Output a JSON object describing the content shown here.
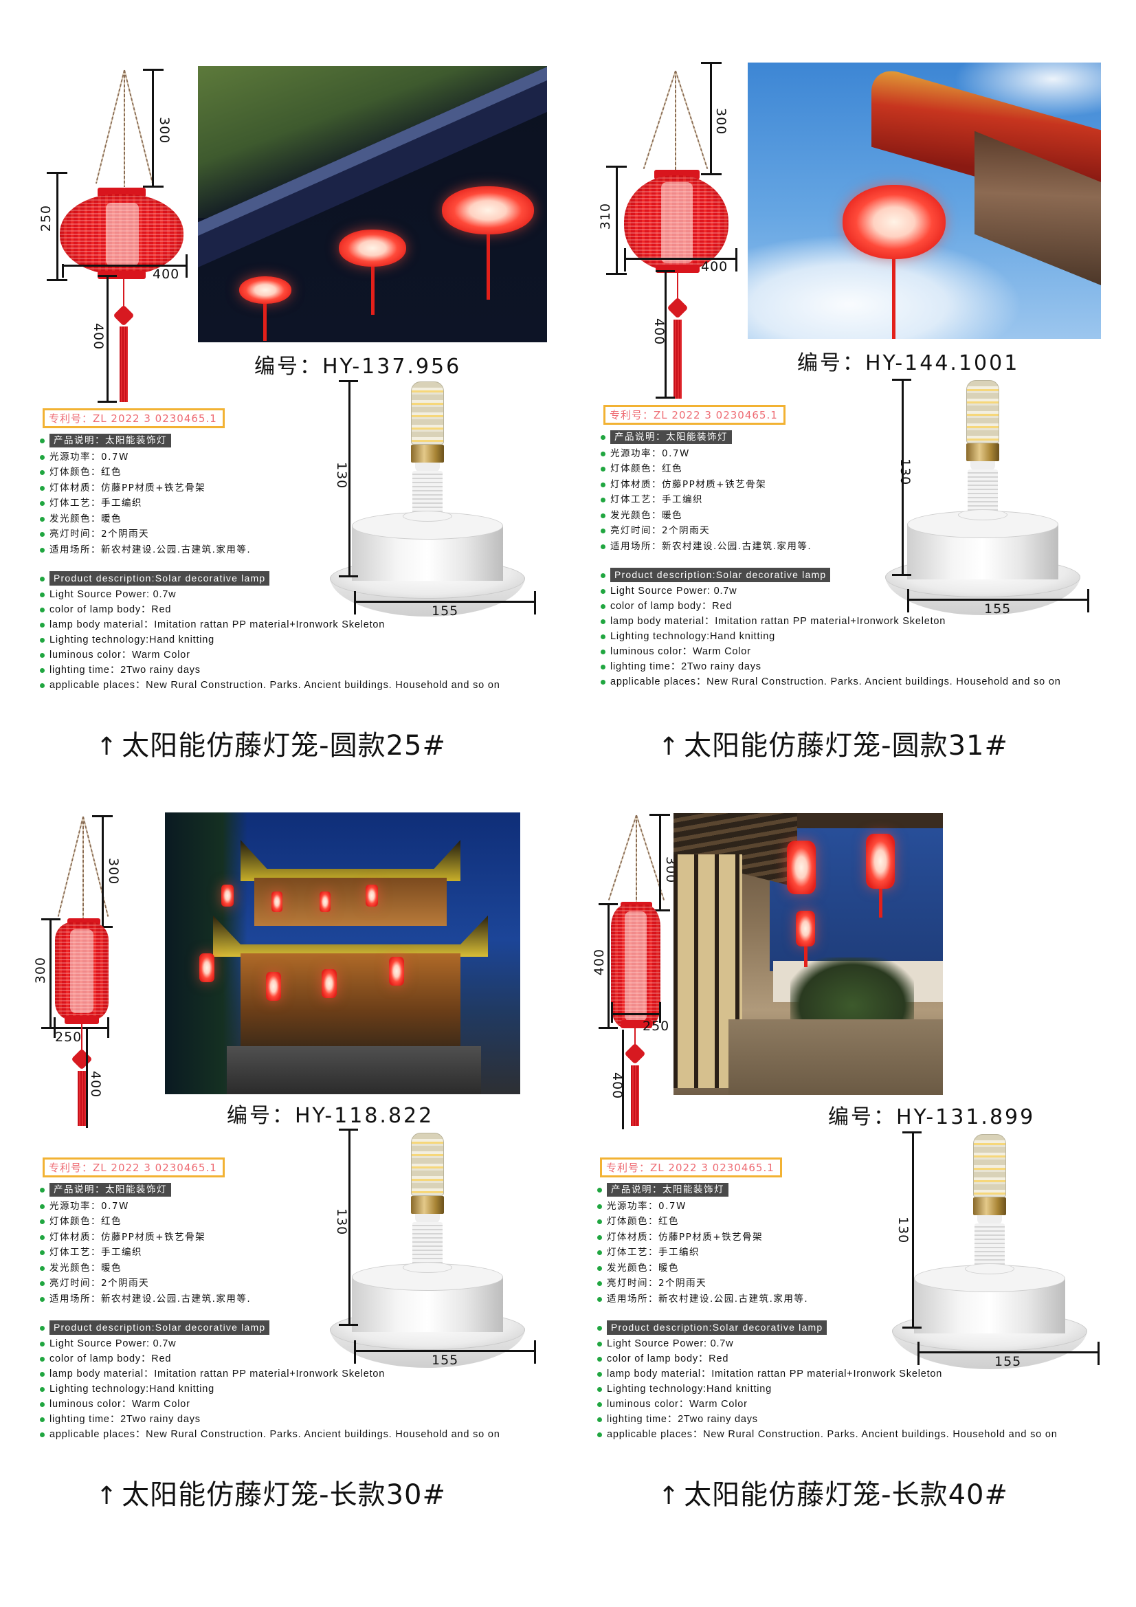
{
  "colors": {
    "patent_border": "#f2b233",
    "patent_text": "#ee6b73",
    "bullet": "#20a640",
    "label_bg": "#4a4a4a",
    "lantern_red": "#e0141c"
  },
  "shared_specs": {
    "patent": "专利号：ZL 2022 3 0230465.1",
    "zh": {
      "header": "产品说明：太阳能装饰灯",
      "items": [
        "光源功率：0.7W",
        "灯体颜色：红色",
        "灯体材质：仿藤PP材质+铁艺骨架",
        "灯体工艺：手工编织",
        "发光颜色：暖色",
        "亮灯时间：2个阴雨天",
        "适用场所：新农村建设.公园.古建筑.家用等."
      ]
    },
    "en": {
      "header": "Product description:Solar decorative lamp",
      "items": [
        "Light Source Power: 0.7w",
        "color of lamp body：Red",
        "lamp body material：Imitation rattan PP material+Ironwork Skeleton",
        "Lighting technology:Hand knitting",
        "luminous color：Warm Color",
        "lighting time：2Two rainy days",
        "applicable places：New Rural Construction. Parks. Ancient buildings. Household and so on"
      ]
    },
    "base_dims": {
      "height": "130",
      "width": "155"
    }
  },
  "products": [
    {
      "model_no": "编号：HY-137.956",
      "caption_arrow": "↑",
      "caption": "太阳能仿藤灯笼-圆款25#",
      "shape": "round",
      "dims": {
        "chain": "300",
        "height": "250",
        "width": "400",
        "tassel": "400"
      },
      "photo_scene": "rain-eaves-night"
    },
    {
      "model_no": "编号：HY-144.1001",
      "caption_arrow": "↑",
      "caption": "太阳能仿藤灯笼-圆款31#",
      "shape": "round",
      "dims": {
        "chain": "300",
        "height": "310",
        "width": "400",
        "tassel": "400"
      },
      "photo_scene": "blue-sky-temple-eave"
    },
    {
      "model_no": "编号：HY-118.822",
      "caption_arrow": "↑",
      "caption": "太阳能仿藤灯笼-长款30#",
      "shape": "long",
      "dims": {
        "chain": "300",
        "height": "300",
        "width": "250",
        "tassel": "400"
      },
      "photo_scene": "temple-night"
    },
    {
      "model_no": "编号：HY-131.899",
      "caption_arrow": "↑",
      "caption": "太阳能仿藤灯笼-长款40#",
      "shape": "long",
      "dims": {
        "chain": "300",
        "height": "400",
        "width": "250",
        "tassel": "400"
      },
      "photo_scene": "courtyard-evening"
    }
  ]
}
